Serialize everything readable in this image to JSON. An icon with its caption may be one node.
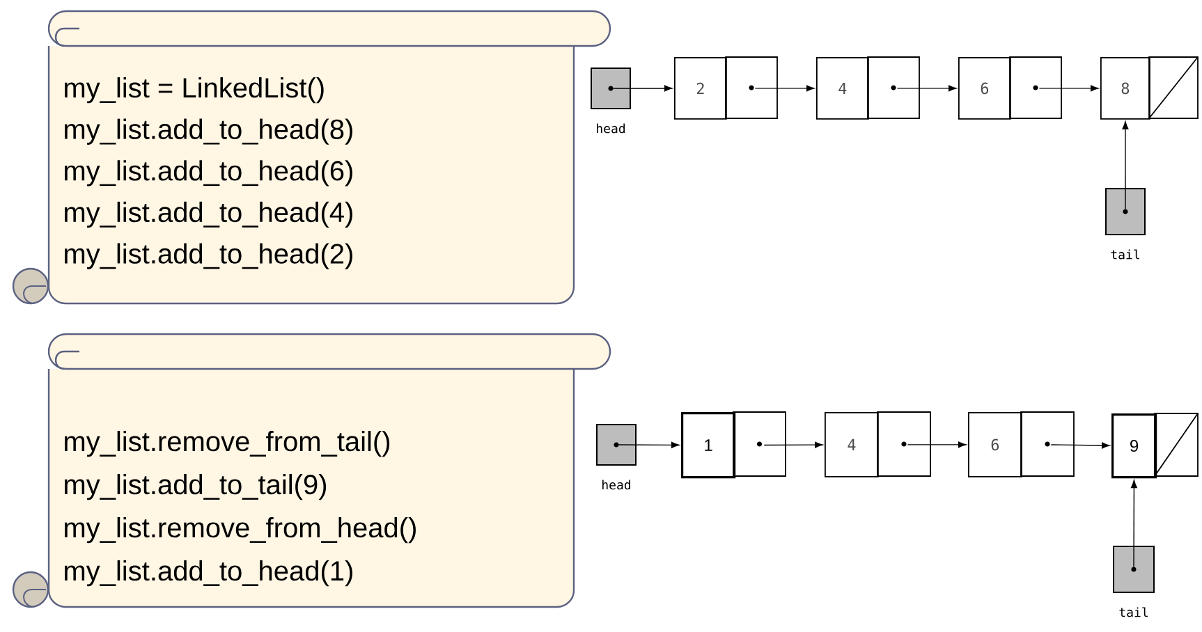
{
  "diagram": {
    "nodes": [
      {
        "text": [
          "my_list = LinkedList()",
          "my_list.add_to_head(8)",
          "my_list.add_to_head(6)",
          "my_list.add_to_head(4)",
          "my_list.add_to_head(2)"
        ]
      },
      {
        "text": [],
        "shape": "box",
        "beside": [
          "head"
        ]
      },
      {
        "text": [
          "2"
        ]
      },
      {
        "text": [
          "4"
        ]
      },
      {
        "text": [
          "6"
        ]
      },
      {
        "text": [
          "8"
        ]
      },
      {
        "text": [],
        "shape": "box",
        "beside": [
          "tail"
        ]
      },
      {
        "text": [
          "my_list.remove_from_tail()",
          "my_list.add_to_tail(9)",
          "my_list.remove_from_head()",
          "my_list.add_to_head(1)"
        ]
      },
      {
        "text": [],
        "shape": "box",
        "beside": [
          "head"
        ]
      },
      {
        "text": [
          "1"
        ]
      },
      {
        "text": [
          "4"
        ]
      },
      {
        "text": [
          "6"
        ]
      },
      {
        "text": [
          "9"
        ]
      },
      {
        "text": [],
        "shape": "box",
        "beside": [
          "tail"
        ]
      }
    ],
    "edges": [
      {
        "from": 1,
        "to": 2,
        "arrow": "to"
      },
      {
        "from": 2,
        "to": 3,
        "arrow": "to"
      },
      {
        "from": 3,
        "to": 4,
        "arrow": "to"
      },
      {
        "from": 4,
        "to": 5,
        "arrow": "to"
      },
      {
        "from": 6,
        "to": 5,
        "arrow": "to"
      },
      {
        "from": 8,
        "to": 9,
        "arrow": "to"
      },
      {
        "from": 9,
        "to": 10,
        "arrow": "to"
      },
      {
        "from": 10,
        "to": 11,
        "arrow": "to"
      },
      {
        "from": 11,
        "to": 12,
        "arrow": "to"
      },
      {
        "from": 13,
        "to": 12,
        "arrow": "to"
      }
    ]
  }
}
